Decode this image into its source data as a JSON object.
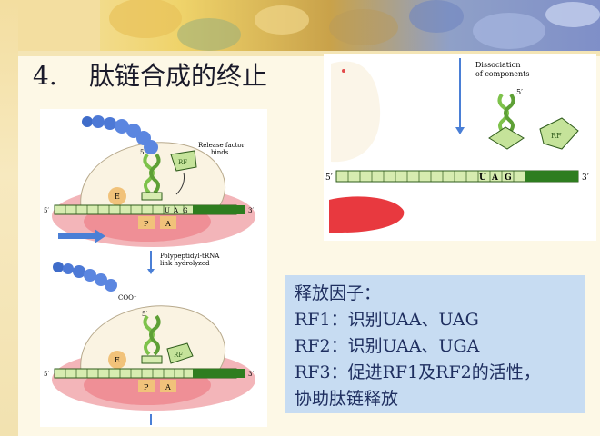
{
  "slide": {
    "number": "4.",
    "title": "肽链合成的终止"
  },
  "figure_left": {
    "five_prime": "5′",
    "three_prime": "3′",
    "release_factor_label": "Release factor\nbinds",
    "rf": "RF",
    "codon": [
      "U",
      "A",
      "G"
    ],
    "site_e": "E",
    "site_p": "P",
    "site_a": "A",
    "step_label": "Polypeptidyl-tRNA\nlink hydrolyzed",
    "coo": "COO⁻"
  },
  "figure_right": {
    "dissociation_label": "Dissociation\nof components",
    "five_prime": "5′",
    "three_prime": "3′",
    "rf": "RF",
    "codon": [
      "U",
      "A",
      "G"
    ]
  },
  "info": {
    "lines": [
      "释放因子：",
      "RF1：识别UAA、UAG",
      "RF2：识别UAA、UGA",
      "RF3：促进RF1及RF2的活性，",
      "协助肽链释放"
    ]
  }
}
